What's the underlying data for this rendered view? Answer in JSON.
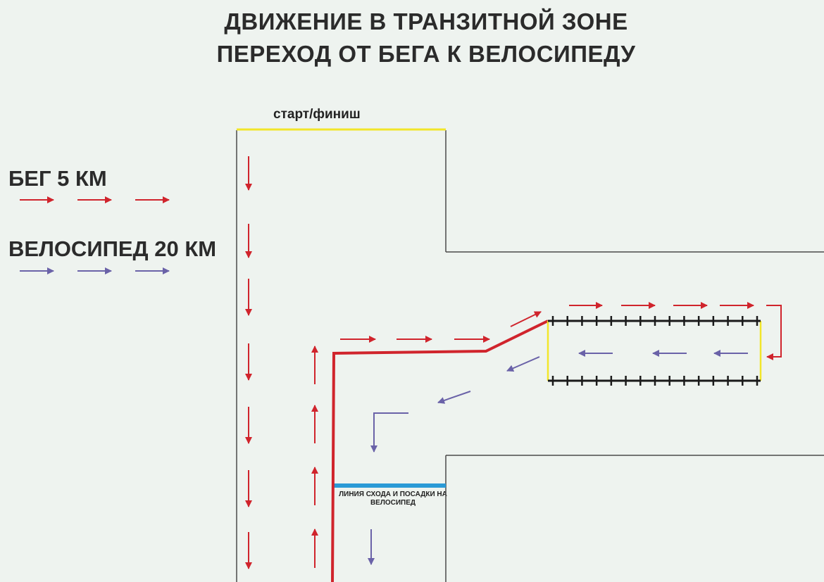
{
  "title": {
    "line1": "ДВИЖЕНИЕ В ТРАНЗИТНОЙ ЗОНЕ",
    "line2": "ПЕРЕХОД ОТ БЕГА К ВЕЛОСИПЕДУ"
  },
  "legend": {
    "run_label": "БЕГ 5 КМ",
    "bike_label": "ВЕЛОСИПЕД 20 КМ"
  },
  "labels": {
    "start_finish": "старт/финиш",
    "dismount_line": "ЛИНИЯ СХОДА И ПОСАДКИ НА ВЕЛОСИПЕД"
  },
  "colors": {
    "background": "#eef3ef",
    "run": "#d0242c",
    "bike": "#6a62a8",
    "start_line": "#f2e62a",
    "dismount_line": "#2a9ad6",
    "rack": "#1a1a1a",
    "rack_end": "#f2e62a",
    "walls": "#4a4a4a"
  }
}
